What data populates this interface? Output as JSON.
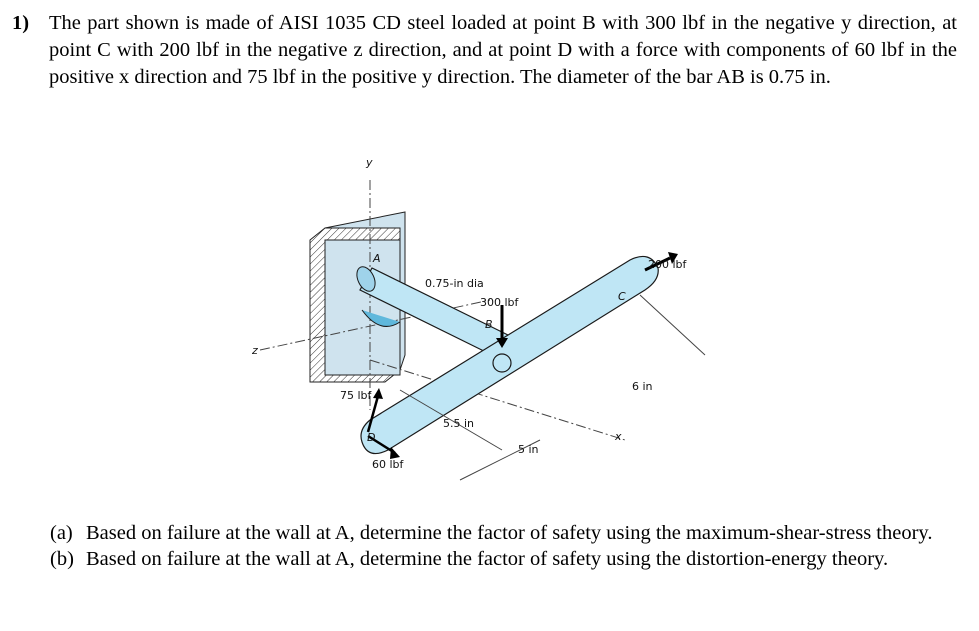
{
  "problem": {
    "number": "1)",
    "statement": "The part shown is made of AISI 1035 CD steel loaded at point B with 300 lbf in the negative y direction, at point C with 200 lbf in the negative z direction, and at point D with a force with components of 60 lbf in the positive x direction and 75 lbf in the positive y direction. The diameter of the bar AB is 0.75 in."
  },
  "figure": {
    "axis_y": "y",
    "axis_z": "z",
    "axis_x": "x",
    "point_a": "A",
    "point_b": "B",
    "point_c": "C",
    "point_d": "D",
    "dia_label": "0.75-in dia",
    "load_b": "300 lbf",
    "load_c": "200 lbf",
    "load_d_y": "75 lbf",
    "load_d_x": "60 lbf",
    "dim_ab": "5.5 in",
    "dim_bd": "5 in",
    "dim_bc": "6 in",
    "colors": {
      "bar_fill": "#bfe6f5",
      "bar_stroke": "#1a1a1a",
      "wall_fill": "#cfe3ee"
    }
  },
  "questions": [
    {
      "label": "(a)",
      "text": "Based on failure at the wall at A, determine the factor of safety using the maximum-shear-stress theory."
    },
    {
      "label": "(b)",
      "text": "Based on failure at the wall at A, determine the factor of safety using the distortion-energy theory."
    }
  ]
}
